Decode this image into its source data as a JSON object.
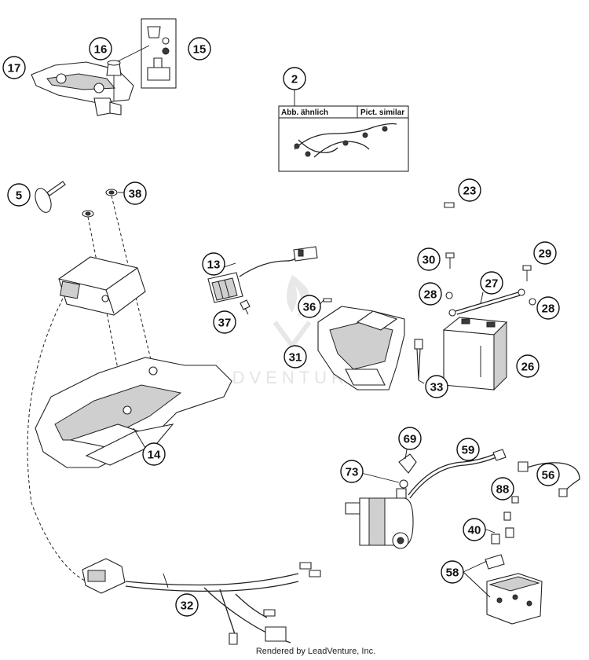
{
  "diagram": {
    "parts": [
      {
        "label": "2"
      },
      {
        "label": "5"
      },
      {
        "label": "13"
      },
      {
        "label": "14"
      },
      {
        "label": "15"
      },
      {
        "label": "16"
      },
      {
        "label": "17"
      },
      {
        "label": "23"
      },
      {
        "label": "26"
      },
      {
        "label": "27"
      },
      {
        "label": "28"
      },
      {
        "label": "28"
      },
      {
        "label": "29"
      },
      {
        "label": "30"
      },
      {
        "label": "31"
      },
      {
        "label": "32"
      },
      {
        "label": "33"
      },
      {
        "label": "36"
      },
      {
        "label": "37"
      },
      {
        "label": "38"
      },
      {
        "label": "40"
      },
      {
        "label": "56"
      },
      {
        "label": "58"
      },
      {
        "label": "59"
      },
      {
        "label": "69"
      },
      {
        "label": "73"
      },
      {
        "label": "88"
      }
    ],
    "inset_box": {
      "left_label": "Abb. ähnlich",
      "right_label": "Pict. similar"
    },
    "watermark": "LEADVENTURE",
    "footer": "Rendered by LeadVenture, Inc."
  }
}
